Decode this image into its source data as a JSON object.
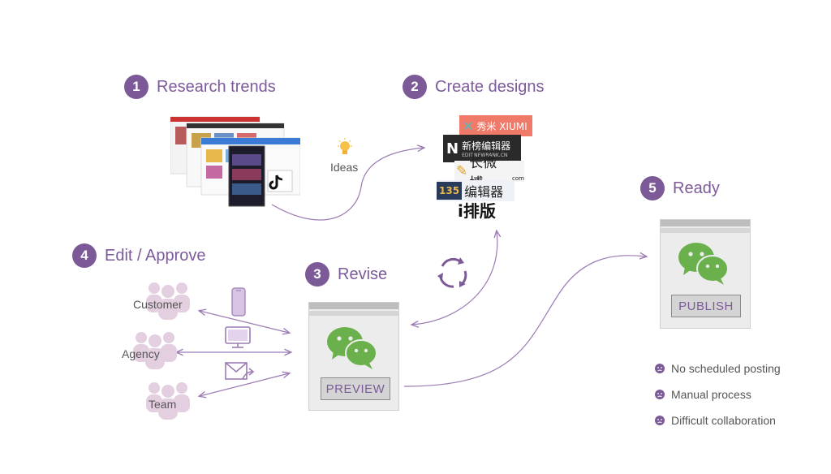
{
  "steps": {
    "s1": {
      "num": "1",
      "label": "Research trends"
    },
    "s2": {
      "num": "2",
      "label": "Create designs"
    },
    "s3": {
      "num": "3",
      "label": "Revise"
    },
    "s4": {
      "num": "4",
      "label": "Edit / Approve"
    },
    "s5": {
      "num": "5",
      "label": "Ready"
    }
  },
  "ideas_label": "Ideas",
  "people": {
    "customer": "Customer",
    "agency": "Agency",
    "team": "Team"
  },
  "editors": {
    "xiumi": "秀米 XIUMI",
    "newrank": "新榜编辑器",
    "newrank_sub": "EDIT.NEWRANK.CN",
    "weibo": "长微博",
    "weibo_sub": "com",
    "editor135": "编辑器",
    "editor135_prefix": "135",
    "ipaiban": "i排版"
  },
  "buttons": {
    "preview": "PREVIEW",
    "publish": "PUBLISH"
  },
  "issues": [
    "No scheduled posting",
    "Manual process",
    "Difficult collaboration"
  ],
  "colors": {
    "accent": "#7b5a97",
    "wechat_green": "#6ab04c",
    "people_pink": "#e3cfe0",
    "arrow": "#9b7bb4"
  }
}
